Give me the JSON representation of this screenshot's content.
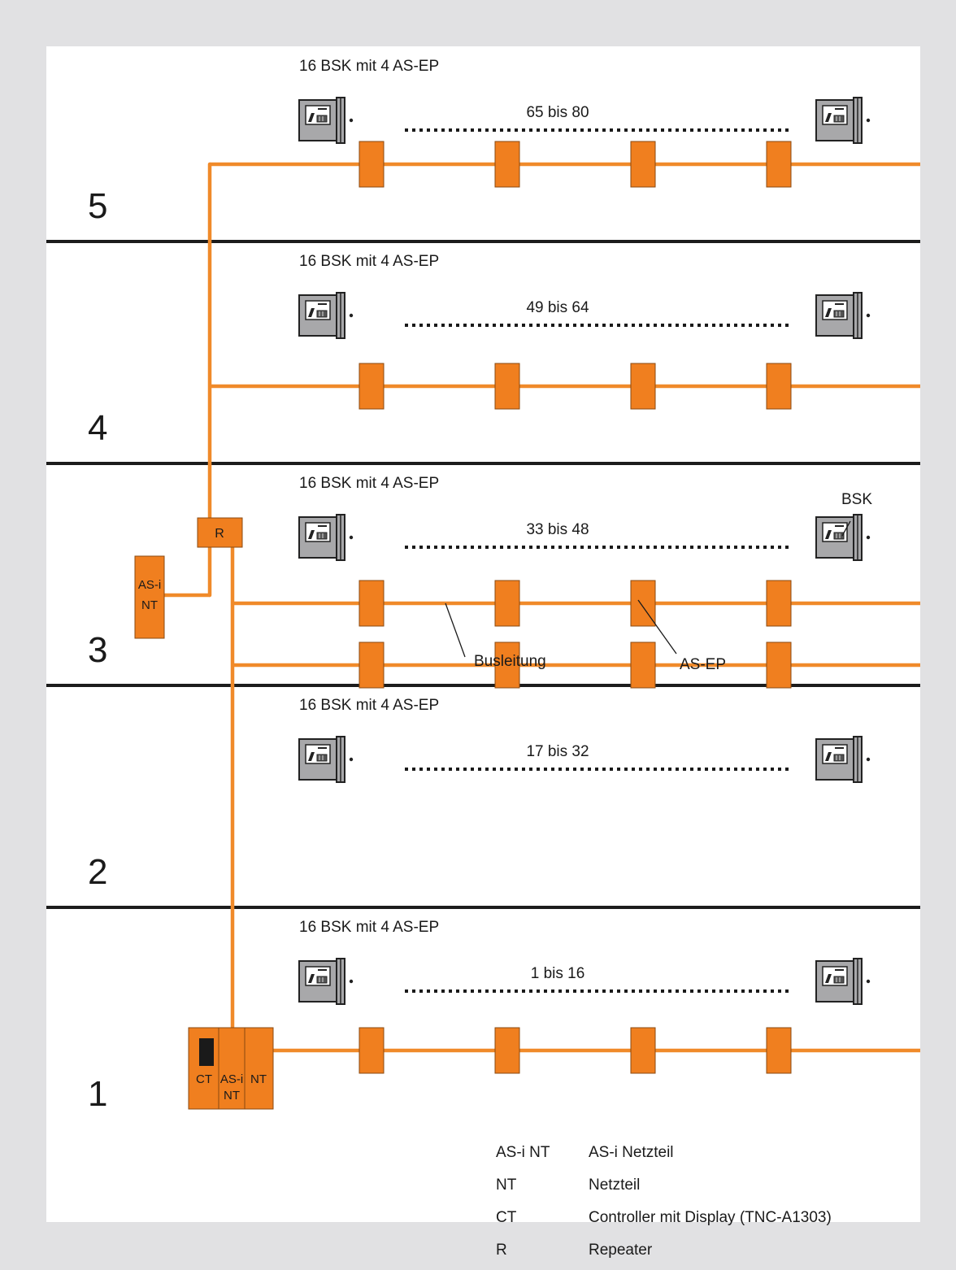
{
  "colors": {
    "bus": "#f08a2a",
    "device": "#f07f1f",
    "device_stroke": "#8a4a10",
    "floor_line": "#1c1c1c",
    "panel": "#ffffff",
    "frame": "#e1e1e3"
  },
  "floors": [
    {
      "number": "5",
      "group_label": "16 BSK mit 4 AS-EP",
      "range_label": "65 bis 80"
    },
    {
      "number": "4",
      "group_label": "16 BSK mit 4 AS-EP",
      "range_label": "49 bis 64"
    },
    {
      "number": "3",
      "group_label": "16 BSK mit 4 AS-EP",
      "range_label": "33 bis 48"
    },
    {
      "number": "2",
      "group_label": "16 BSK mit 4 AS-EP",
      "range_label": "17 bis 32"
    },
    {
      "number": "1",
      "group_label": "16 BSK mit 4 AS-EP",
      "range_label": "1 bis 16"
    }
  ],
  "callouts": {
    "bsk": "BSK",
    "busleitung": "Busleitung",
    "as_ep": "AS-EP"
  },
  "devices": {
    "repeater": "R",
    "asi_nt_floor3": [
      "AS-i",
      "NT"
    ],
    "ct": "CT",
    "asi_nt_main": [
      "AS-i",
      "NT"
    ],
    "nt": "NT"
  },
  "legend": [
    {
      "abbr": "AS-i NT",
      "desc": "AS-i Netzteil"
    },
    {
      "abbr": "NT",
      "desc": "Netzteil"
    },
    {
      "abbr": "CT",
      "desc": "Controller mit Display (TNC-A1303)"
    },
    {
      "abbr": "R",
      "desc": "Repeater"
    }
  ]
}
